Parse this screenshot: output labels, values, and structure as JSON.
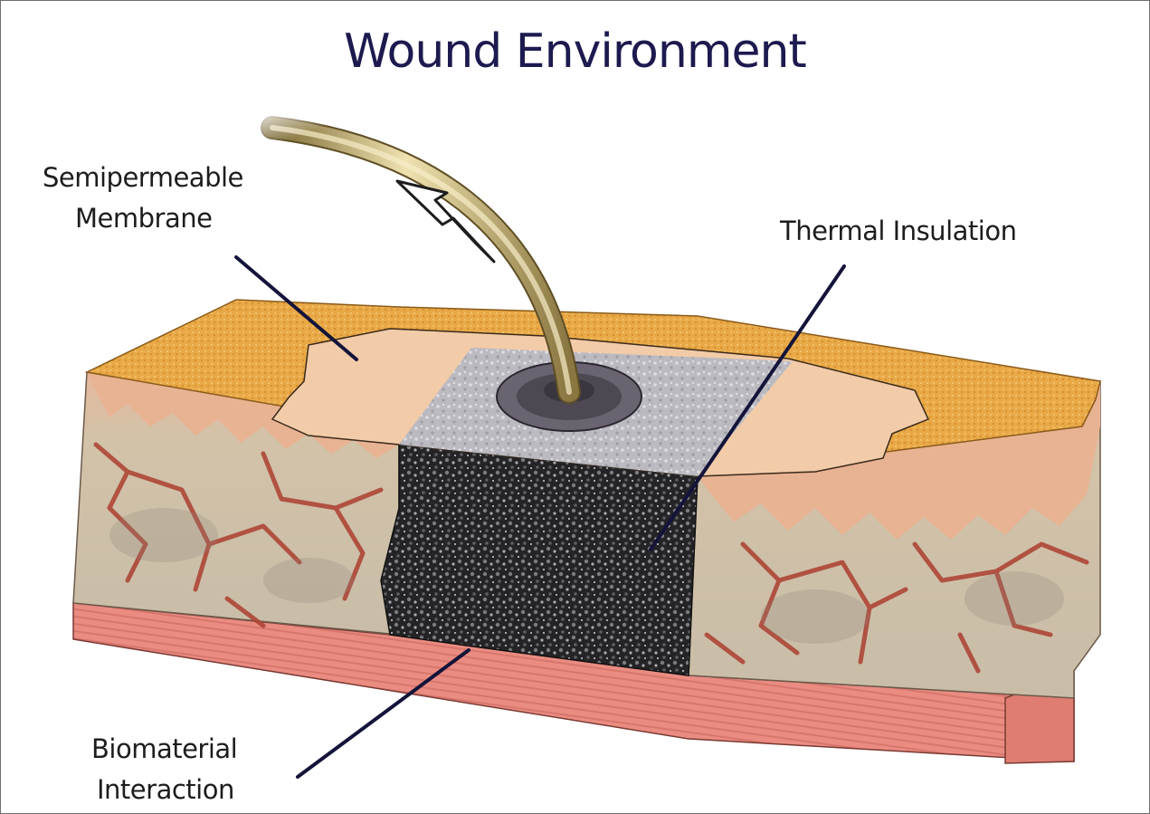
{
  "diagram": {
    "title": "Wound Environment",
    "labels": {
      "semipermeable_line1": "Semipermeable",
      "semipermeable_line2": "Membrane",
      "thermal": "Thermal Insulation",
      "biomaterial_line1": "Biomaterial",
      "biomaterial_line2": "Interaction"
    },
    "colors": {
      "title": "#1c1a4e",
      "leader_lines": "#14143a",
      "skin_surface": "#e8a84a",
      "dermis": "#cdbfa8",
      "vessels": "#b0483a",
      "muscle": "#e88a80",
      "foam": "#2f2f32",
      "film": "#f3ccaa",
      "tube": "#c7b47a"
    }
  }
}
